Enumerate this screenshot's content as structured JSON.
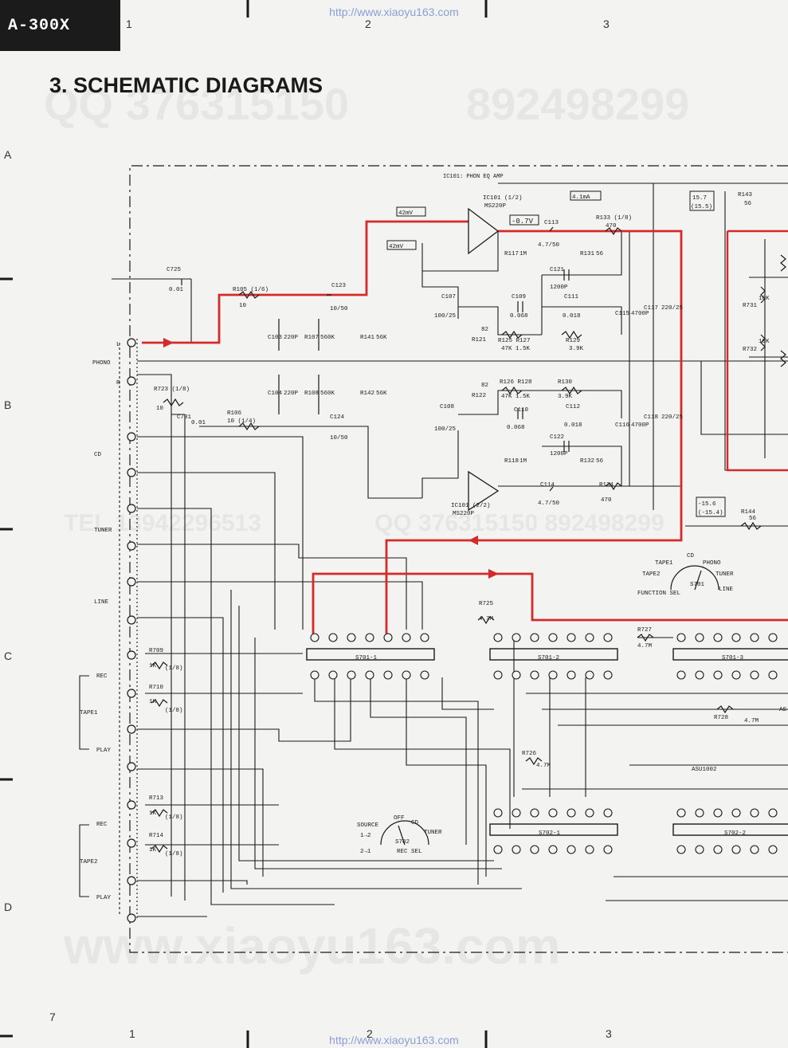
{
  "model": "A-300X",
  "watermark_url": "http://www.xiaoyu163.com",
  "section_title": "3. SCHEMATIC DIAGRAMS",
  "faint_watermarks": [
    "QQ 376315150",
    "892498299",
    "TEL 13942296513",
    "QQ 376315150  892498299",
    "www.xiaoyu163.com"
  ],
  "page_number": "7",
  "grid": {
    "columns": [
      "1",
      "2",
      "3"
    ],
    "rows": [
      "A",
      "B",
      "C",
      "D"
    ]
  },
  "colors": {
    "signal_path": "#d42a2a",
    "ink": "#1a1a1a",
    "paper": "#f3f3f1"
  },
  "schematic": {
    "ic_title": "IC101: PHON EQ AMP",
    "ic_top": [
      "IC101 (1/2)",
      "MS220P"
    ],
    "ic_bottom": [
      "IC101 (2/2)",
      "MS220P"
    ],
    "voltages": {
      "in_plus": "42mV",
      "in_minus": "42mV",
      "out": "-0.7V",
      "current": "4.1mA",
      "pos_rail": "15.7",
      "pos_rail_b": "(15.5)",
      "neg_rail": "-15.6",
      "neg_rail_b": "(-15.4)"
    },
    "inputs": {
      "phono": "PHONO",
      "cd": "CD",
      "tuner": "TUNER",
      "line": "LINE",
      "tape1": "TAPE1",
      "tape2": "TAPE2",
      "rec": "REC",
      "play": "PLAY",
      "l": "L",
      "r": "R"
    },
    "components": {
      "c725": [
        "C725",
        "0.01"
      ],
      "r105": [
        "R105 (1/6)",
        "10"
      ],
      "c123": [
        "C123",
        "10/50"
      ],
      "c103": [
        "C103",
        "220P"
      ],
      "r107": [
        "R107",
        "560K"
      ],
      "r141": [
        "R141",
        "56K"
      ],
      "c104": [
        "C104",
        "220P"
      ],
      "r108": [
        "R108",
        "560K"
      ],
      "r142": [
        "R142",
        "56K"
      ],
      "r723": [
        "R723 (1/8)",
        "10"
      ],
      "c731": [
        "C731",
        "0.01"
      ],
      "r106": [
        "R106",
        "10 (1/4)"
      ],
      "c124": [
        "C124",
        "10/50"
      ],
      "c113": [
        "C113",
        "4.7/50"
      ],
      "c114": [
        "C114",
        "4.7/50"
      ],
      "r133": [
        "R133 (1/8)",
        "470"
      ],
      "r134": [
        "R134",
        "470"
      ],
      "r117": [
        "R117",
        "1M"
      ],
      "r118": [
        "R118",
        "1M"
      ],
      "r131": [
        "R131",
        "56"
      ],
      "r132": [
        "R132",
        "56"
      ],
      "c121": [
        "C121",
        "1200P"
      ],
      "c122": [
        "C122",
        "1200P"
      ],
      "c107": [
        "C107",
        "100/25"
      ],
      "c108": [
        "C108",
        "100/25"
      ],
      "c109": [
        "C109",
        "0.068"
      ],
      "c110": [
        "C110",
        "0.068"
      ],
      "c111": [
        "C111",
        "0.018"
      ],
      "c112": [
        "C112",
        "0.018"
      ],
      "r121": [
        "R121",
        "82"
      ],
      "r122": [
        "R122",
        "82"
      ],
      "r125_r127": [
        "R125 R127",
        "47K 1.5K"
      ],
      "r126_r128": [
        "R126 R128",
        "47K 1.5K"
      ],
      "r129": [
        "R129",
        "3.9K"
      ],
      "r130": [
        "R130",
        "3.9K"
      ],
      "c115": [
        "C115",
        "4700P"
      ],
      "c116": [
        "C116",
        "4700P"
      ],
      "c117": [
        "C117",
        "220/25"
      ],
      "c118": [
        "C118",
        "220/25"
      ],
      "r143": [
        "R143",
        "56"
      ],
      "r144": [
        "R144",
        "56"
      ],
      "r731": [
        "R731",
        "10K"
      ],
      "r732": [
        "R732",
        "10K"
      ],
      "r709": [
        "R709",
        "1K",
        "(1/8)"
      ],
      "r710": [
        "R710",
        "1K",
        "(1/8)"
      ],
      "r713": [
        "R713",
        "1K",
        "(1/8)"
      ],
      "r714": [
        "R714",
        "1K",
        "(1/8)"
      ],
      "r725": [
        "R725",
        "4.7M"
      ],
      "r726": [
        "R726",
        "4.7M"
      ],
      "r727": [
        "R727",
        "4.7M"
      ],
      "r728": [
        "R728",
        "4.7M"
      ],
      "asu": "ASU1002",
      "asu_cut": "AS"
    },
    "switches": {
      "s701_1": "S701-1",
      "s701_2": "S701-2",
      "s701_3": "S701-3",
      "s702_1": "S702-1",
      "s702_2": "S702-2",
      "function_sel": {
        "name": "S701",
        "label": "FUNCTION SEL",
        "positions": [
          "TAPE1",
          "CD",
          "PHONO",
          "TAPE2",
          "TUNER",
          "LINE"
        ]
      },
      "rec_sel": {
        "name": "S702",
        "label": "REC SEL",
        "positions": [
          "SOURCE",
          "OFF",
          "CD",
          "1→2",
          "TUNER",
          "2→1"
        ]
      }
    }
  }
}
